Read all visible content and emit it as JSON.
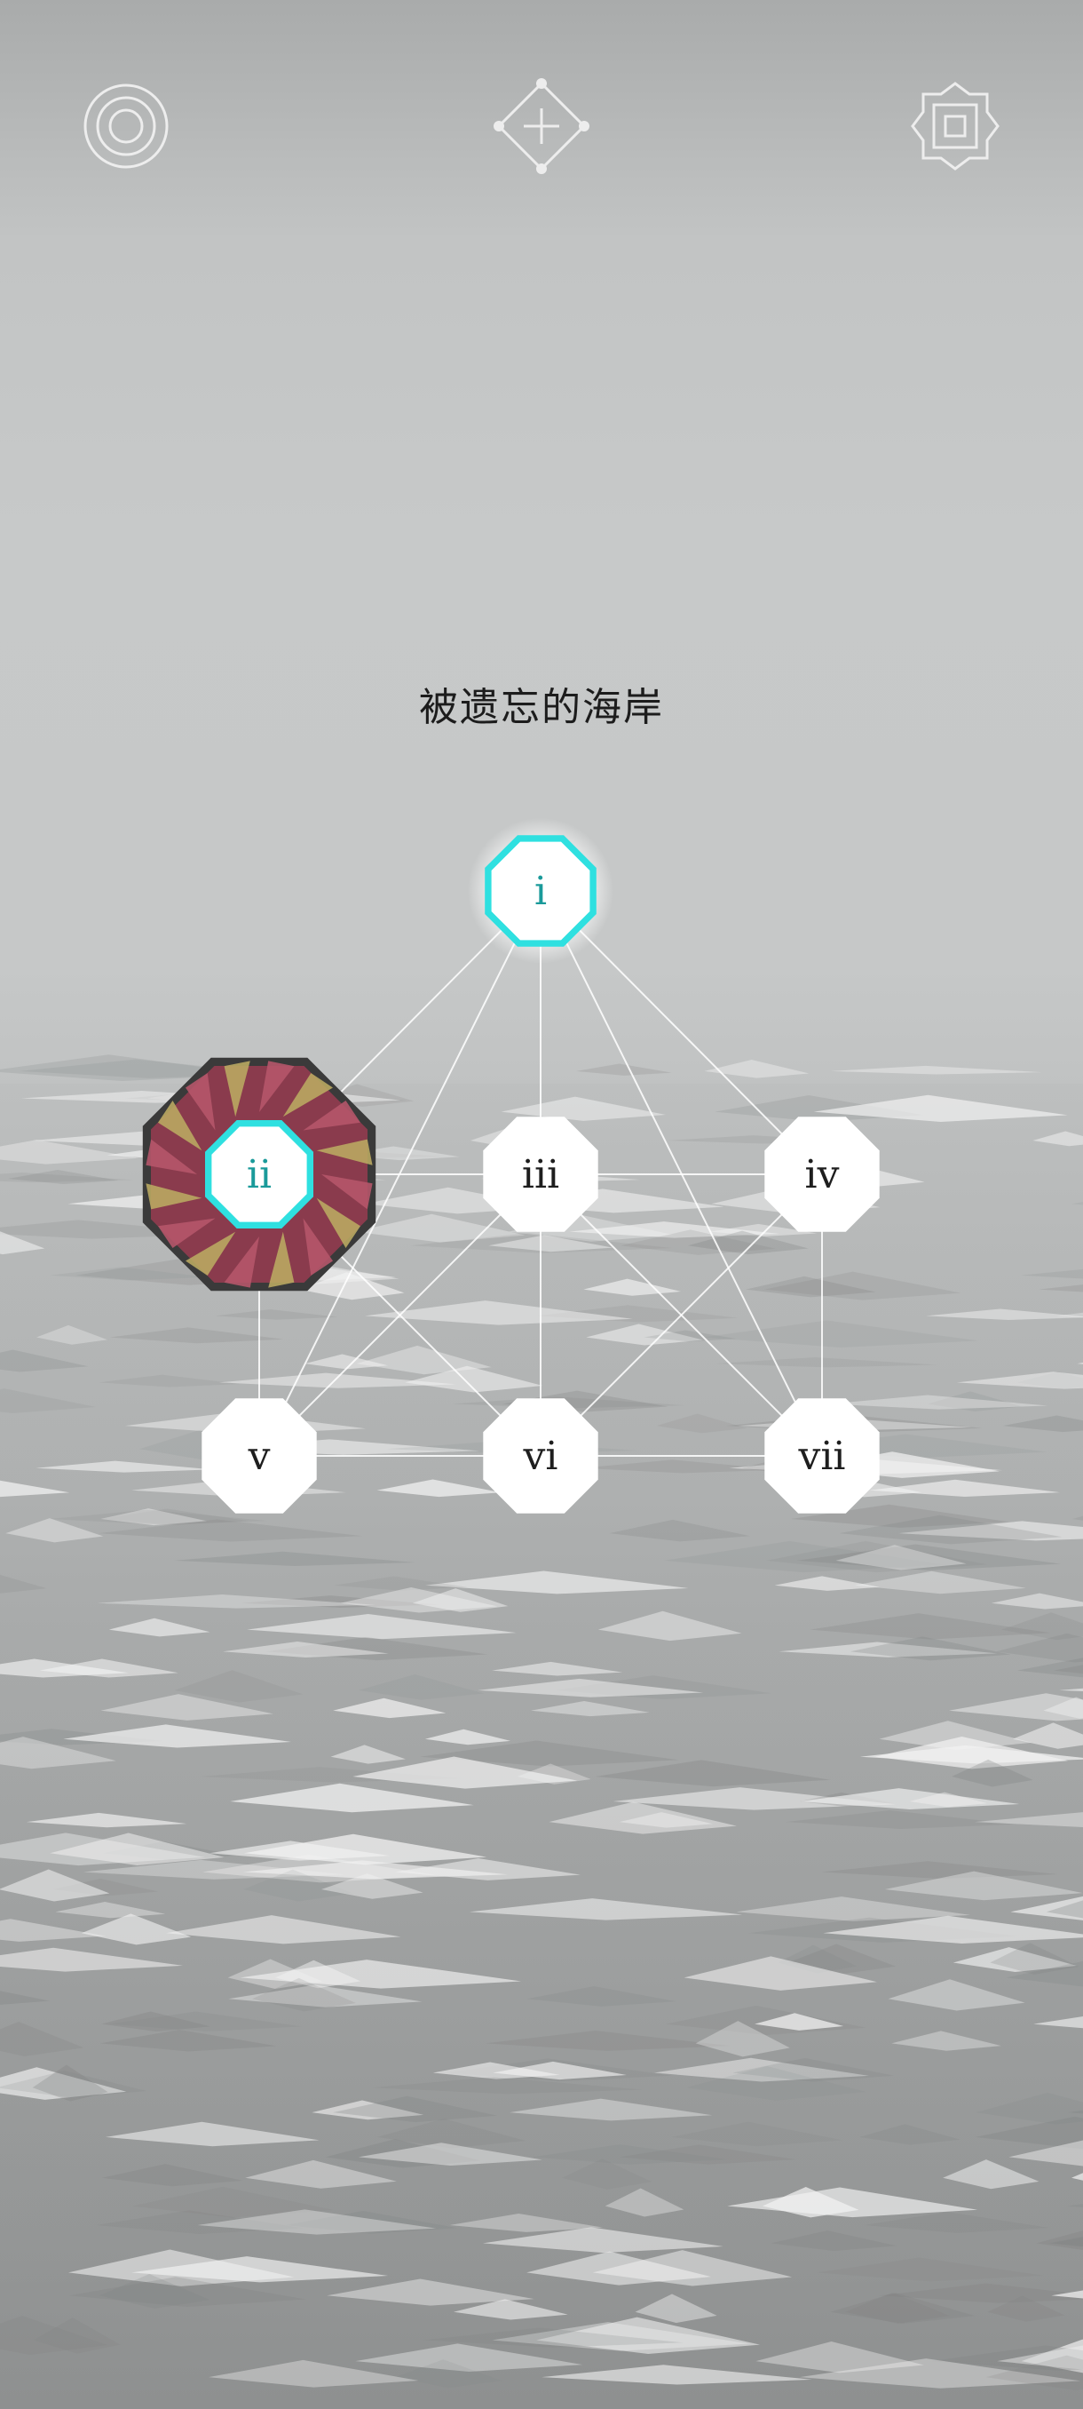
{
  "header": {
    "left_icon": "concentric-circles-icon",
    "center_icon": "diamond-plus-icon",
    "right_icon": "framed-square-icon"
  },
  "level": {
    "title": "被遗忘的海岸"
  },
  "nodes": [
    {
      "id": "i",
      "label": "i",
      "state": "current"
    },
    {
      "id": "ii",
      "label": "ii",
      "state": "completed-selected"
    },
    {
      "id": "iii",
      "label": "iii",
      "state": "locked"
    },
    {
      "id": "iv",
      "label": "iv",
      "state": "locked"
    },
    {
      "id": "v",
      "label": "v",
      "state": "locked"
    },
    {
      "id": "vi",
      "label": "vi",
      "state": "locked"
    },
    {
      "id": "vii",
      "label": "vii",
      "state": "locked"
    }
  ],
  "colors": {
    "highlight": "#2fe0e0",
    "node_fill": "#ffffff",
    "puzzle_rim": "#3a3a3a",
    "puzzle_red": "#b5566a",
    "puzzle_gold": "#b9a862"
  }
}
